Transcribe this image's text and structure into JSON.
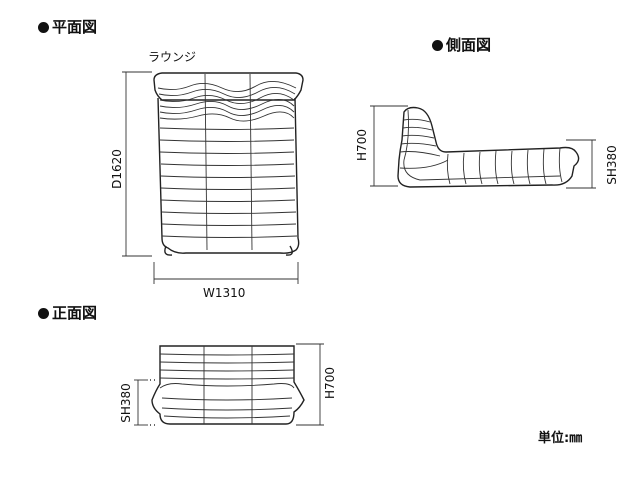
{
  "sections": {
    "plan": {
      "title": "平面図"
    },
    "side": {
      "title": "側面図"
    },
    "front": {
      "title": "正面図"
    }
  },
  "plan_view": {
    "label": "ラウンジ",
    "depth": "D1620",
    "width": "W1310"
  },
  "side_view": {
    "height": "H700",
    "seat_height": "SH380"
  },
  "front_view": {
    "height": "H700",
    "seat_height": "SH380"
  },
  "unit_label": "単位:㎜"
}
